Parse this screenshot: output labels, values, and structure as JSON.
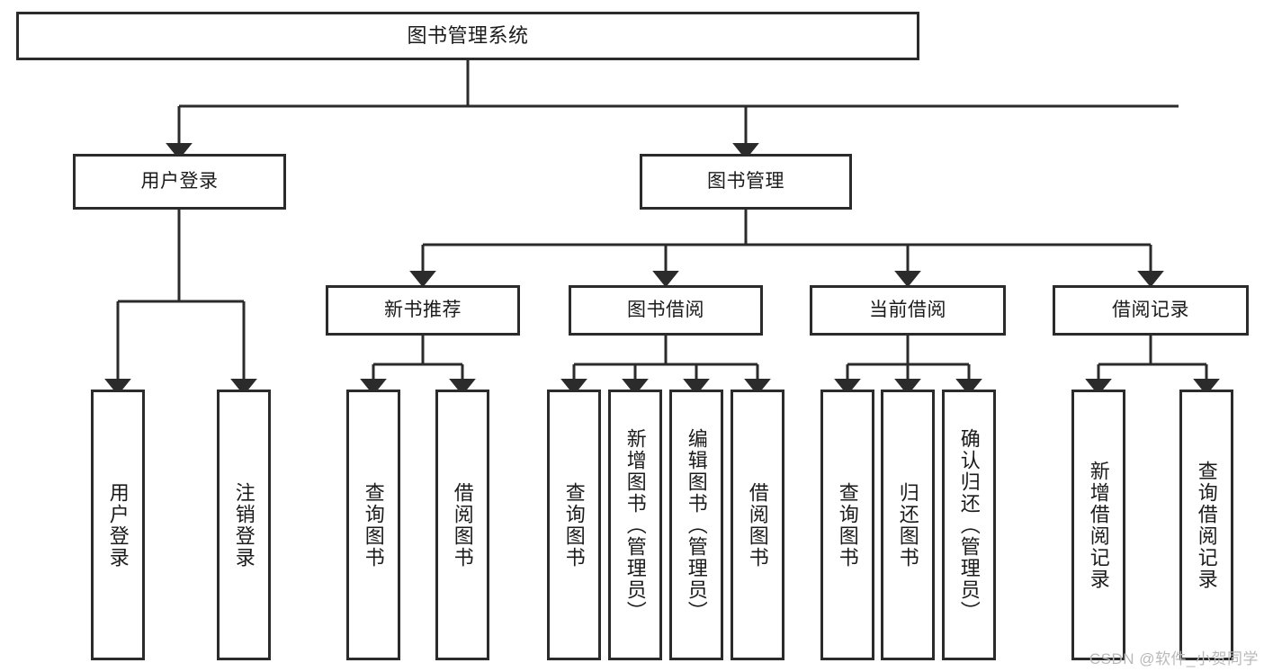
{
  "diagram": {
    "type": "tree",
    "title": "图书管理系统",
    "colors": {
      "box_border": "#2b2b2b",
      "box_fill": "#ffffff",
      "connector": "#2b2b2b",
      "text": "#1b1b1b",
      "watermark": "#b9b9b9"
    },
    "root": {
      "label": "图书管理系统"
    },
    "level1": [
      {
        "label": "用户登录"
      },
      {
        "label": "图书管理"
      }
    ],
    "level2": [
      {
        "label": "新书推荐"
      },
      {
        "label": "图书借阅"
      },
      {
        "label": "当前借阅"
      },
      {
        "label": "借阅记录"
      }
    ],
    "leaves": {
      "user_login": [
        {
          "label": "用户登录"
        },
        {
          "label": "注销登录"
        }
      ],
      "new_books": [
        {
          "label": "查询图书"
        },
        {
          "label": "借阅图书"
        }
      ],
      "book_borrow": [
        {
          "label": "查询图书"
        },
        {
          "label": "新增图书（管理员）"
        },
        {
          "label": "编辑图书（管理员）"
        },
        {
          "label": "借阅图书"
        }
      ],
      "current_borrow": [
        {
          "label": "查询图书"
        },
        {
          "label": "归还图书"
        },
        {
          "label": "确认归还（管理员）"
        }
      ],
      "borrow_records": [
        {
          "label": "新增借阅记录"
        },
        {
          "label": "查询借阅记录"
        }
      ]
    }
  },
  "watermark": {
    "text": "CSDN @软件_小贺同学"
  }
}
